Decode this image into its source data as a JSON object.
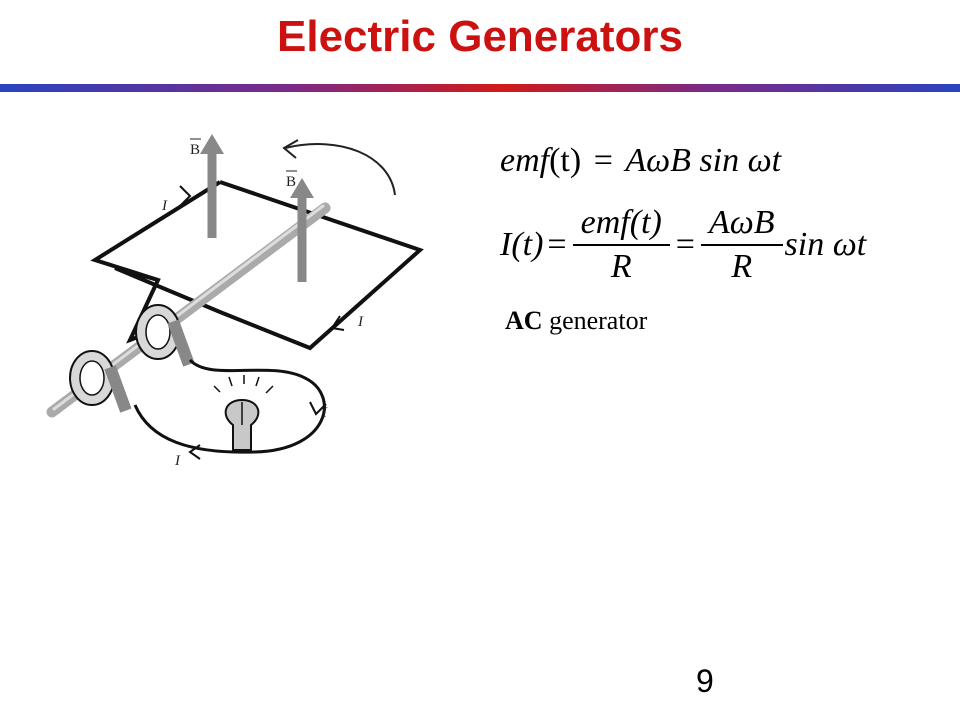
{
  "title": "Electric Generators",
  "colors": {
    "title": "#cc1111",
    "bar_blue": "#2a44c0",
    "bar_red": "#d11a1a"
  },
  "diagram": {
    "field_label": "B",
    "current_label": "I"
  },
  "equation1": {
    "lhs": "emf",
    "arg": "(t)",
    "eq": "=",
    "rhs": "AωB sin ωt"
  },
  "equation2": {
    "lhs": "I(t)",
    "eq1": "=",
    "frac1_num": "emf(t)",
    "frac1_den": "R",
    "eq2": "=",
    "frac2_num": "AωB",
    "frac2_den": "R",
    "tail": "sin ωt"
  },
  "caption": {
    "bold": "AC",
    "rest": " generator"
  },
  "page_number": "9"
}
